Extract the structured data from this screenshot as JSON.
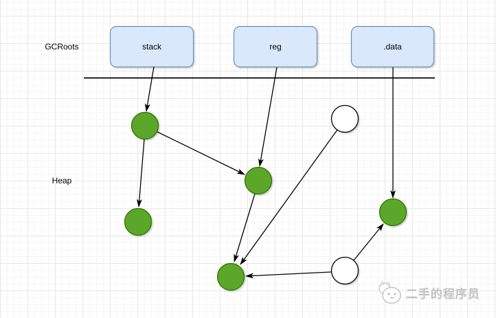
{
  "labels": {
    "gcroots": "GCRoots",
    "heap": "Heap"
  },
  "roots": [
    {
      "label": "stack"
    },
    {
      "label": "reg"
    },
    {
      "label": ".data"
    }
  ],
  "watermark": {
    "text": "二手的程序员",
    "logo_icon": "cat-logo"
  },
  "colors": {
    "root_box_fill": "#dae8fc",
    "root_box_stroke": "#6c8ebf",
    "reachable_node_fill": "#5ca62c",
    "reachable_node_stroke": "#2d7600",
    "unreachable_node_fill": "#ffffff",
    "unreachable_node_stroke": "#000000",
    "edge_color": "#000000",
    "separator_color": "#000000",
    "label_color": "#000000"
  },
  "graph": {
    "nodes": [
      {
        "id": "stack",
        "kind": "root",
        "label": "stack"
      },
      {
        "id": "reg",
        "kind": "root",
        "label": "reg"
      },
      {
        "id": ".data",
        "kind": "root",
        "label": ".data"
      },
      {
        "id": "heap-node-1",
        "kind": "reachable"
      },
      {
        "id": "heap-node-2",
        "kind": "reachable"
      },
      {
        "id": "heap-node-3",
        "kind": "reachable"
      },
      {
        "id": "heap-node-4",
        "kind": "reachable"
      },
      {
        "id": "heap-node-5",
        "kind": "reachable"
      },
      {
        "id": "unreachable-node-1",
        "kind": "unreachable"
      },
      {
        "id": "unreachable-node-2",
        "kind": "unreachable"
      }
    ],
    "edges": [
      {
        "from": "stack",
        "to": "heap-node-1"
      },
      {
        "from": "reg",
        "to": "heap-node-3"
      },
      {
        "from": ".data",
        "to": "heap-node-5"
      },
      {
        "from": "heap-node-1",
        "to": "heap-node-2"
      },
      {
        "from": "heap-node-1",
        "to": "heap-node-3"
      },
      {
        "from": "heap-node-3",
        "to": "heap-node-4"
      },
      {
        "from": "unreachable-node-1",
        "to": "heap-node-4"
      },
      {
        "from": "unreachable-node-2",
        "to": "heap-node-4"
      },
      {
        "from": "unreachable-node-2",
        "to": "heap-node-5"
      }
    ]
  }
}
